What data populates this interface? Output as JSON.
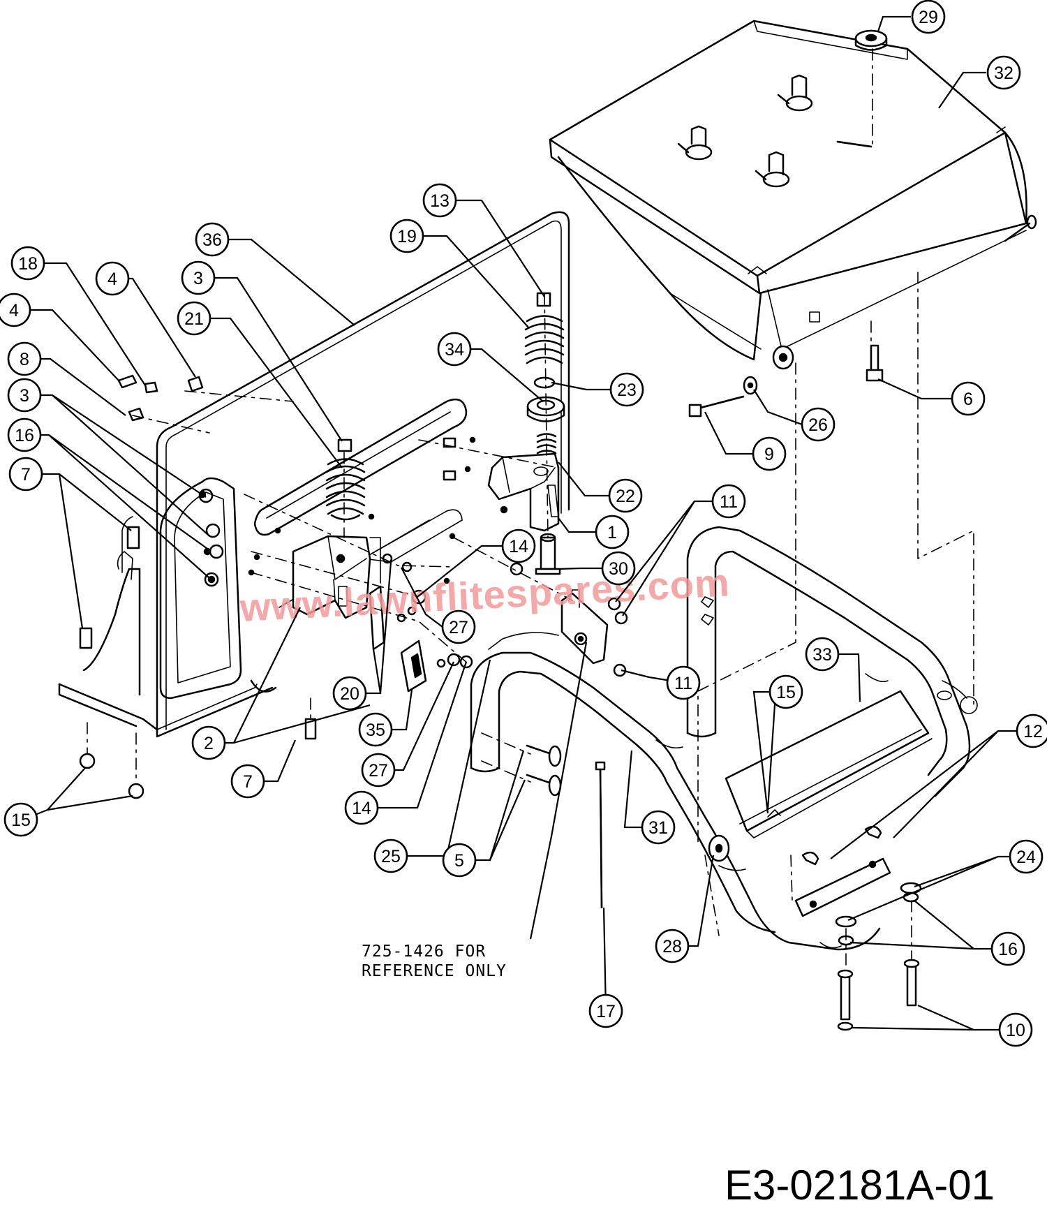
{
  "drawing_number": "E3-02181A-01",
  "note": {
    "line1": "725-1426 FOR",
    "line2": "REFERENCE ONLY"
  },
  "watermark": "www.lawnflitespares.com",
  "callouts": [
    {
      "id": "c29",
      "label": "29"
    },
    {
      "id": "c32",
      "label": "32"
    },
    {
      "id": "c13",
      "label": "13"
    },
    {
      "id": "c19",
      "label": "19"
    },
    {
      "id": "c36",
      "label": "36"
    },
    {
      "id": "c3a",
      "label": "3"
    },
    {
      "id": "c21",
      "label": "21"
    },
    {
      "id": "c18",
      "label": "18"
    },
    {
      "id": "c4a",
      "label": "4"
    },
    {
      "id": "c4b",
      "label": "4"
    },
    {
      "id": "c8",
      "label": "8"
    },
    {
      "id": "c3b",
      "label": "3"
    },
    {
      "id": "c16a",
      "label": "16"
    },
    {
      "id": "c7a",
      "label": "7"
    },
    {
      "id": "c34",
      "label": "34"
    },
    {
      "id": "c23",
      "label": "23"
    },
    {
      "id": "c6",
      "label": "6"
    },
    {
      "id": "c26",
      "label": "26"
    },
    {
      "id": "c9",
      "label": "9"
    },
    {
      "id": "c22",
      "label": "22"
    },
    {
      "id": "c11a",
      "label": "11"
    },
    {
      "id": "c1",
      "label": "1"
    },
    {
      "id": "c14a",
      "label": "14"
    },
    {
      "id": "c30",
      "label": "30"
    },
    {
      "id": "c27a",
      "label": "27"
    },
    {
      "id": "c11b",
      "label": "11"
    },
    {
      "id": "c33",
      "label": "33"
    },
    {
      "id": "c20",
      "label": "20"
    },
    {
      "id": "c15a",
      "label": "15"
    },
    {
      "id": "c12",
      "label": "12"
    },
    {
      "id": "c2",
      "label": "2"
    },
    {
      "id": "c35",
      "label": "35"
    },
    {
      "id": "c7b",
      "label": "7"
    },
    {
      "id": "c27b",
      "label": "27"
    },
    {
      "id": "c31",
      "label": "31"
    },
    {
      "id": "c15b",
      "label": "15"
    },
    {
      "id": "c14b",
      "label": "14"
    },
    {
      "id": "c24",
      "label": "24"
    },
    {
      "id": "c25",
      "label": "25"
    },
    {
      "id": "c5",
      "label": "5"
    },
    {
      "id": "c28",
      "label": "28"
    },
    {
      "id": "c16b",
      "label": "16"
    },
    {
      "id": "c17",
      "label": "17"
    },
    {
      "id": "c10",
      "label": "10"
    }
  ]
}
